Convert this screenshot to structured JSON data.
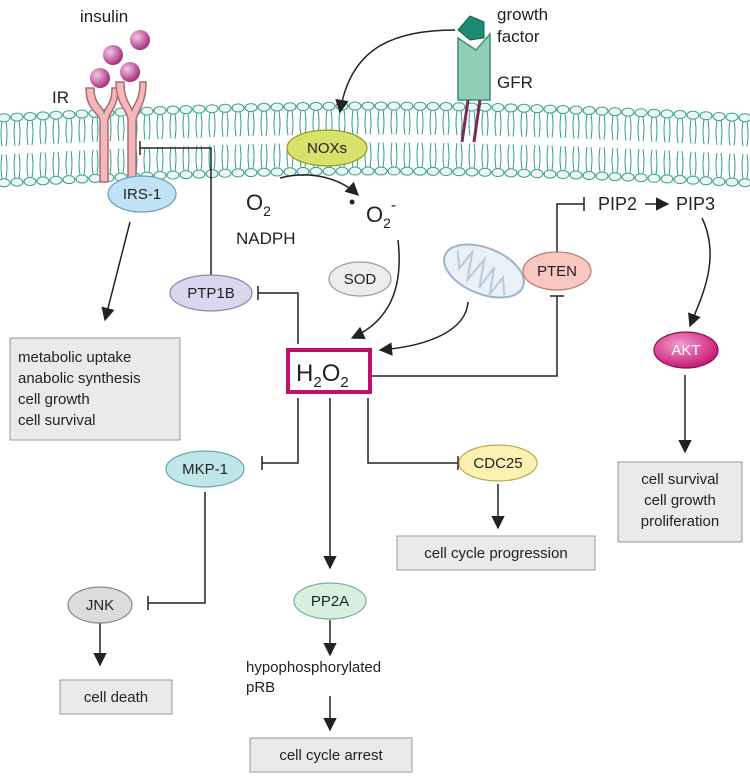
{
  "labels": {
    "insulin": "insulin",
    "ir": "IR",
    "growth": "growth",
    "factor": "factor",
    "gfr": "GFR",
    "o2_left_o": "O",
    "o2_left_sub": "2",
    "nadph": "NADPH",
    "superoxide_dot": "•",
    "superoxide_o": "O",
    "superoxide_sub": "2",
    "superoxide_sup": "-",
    "pip2": "PIP2",
    "pip3": "PIP3",
    "h2o2_h": "H",
    "h2o2_sub1": "2",
    "h2o2_o": "O",
    "h2o2_sub2": "2",
    "hypo1": "hypophosphorylated",
    "hypo2": "pRB"
  },
  "nodes": {
    "nox": "NOXs",
    "irs1": "IRS-1",
    "sod": "SOD",
    "ptp1b": "PTP1B",
    "pten": "PTEN",
    "akt": "AKT",
    "mkp1": "MKP-1",
    "cdc25": "CDC25",
    "pp2a": "PP2A",
    "jnk": "JNK"
  },
  "boxes": {
    "metabolic": [
      "metabolic uptake",
      "anabolic synthesis",
      "cell growth",
      "cell survival"
    ],
    "survival": [
      "cell survival",
      "cell growth",
      "proliferation"
    ],
    "progression": "cell cycle progression",
    "death": "cell death",
    "arrest": "cell cycle arrest"
  },
  "colors": {
    "membrane": "#2e9e8a",
    "h2o2_border": "#c0106a",
    "nox_fill": "#d8e16a",
    "irs1_fill": "#bfe3f5",
    "sod_fill": "#ececec",
    "ptp1b_fill": "#d9d6ee",
    "pten_fill": "#f7c7c0",
    "akt_fill": "#d81b86",
    "mkp1_fill": "#bfe7ea",
    "cdc25_fill": "#fbf2b2",
    "pp2a_fill": "#d8f0e0",
    "jnk_fill": "#dcdcdc",
    "receptor_ir": "#f2b8bb",
    "receptor_gfr": "#8fd0b6",
    "insulin_ball": "#b5418c",
    "box_fill": "#eaeaea"
  },
  "icons": [
    "insulin-molecule-icon",
    "insulin-receptor-icon",
    "growth-factor-receptor-icon",
    "mitochondrion-icon"
  ]
}
